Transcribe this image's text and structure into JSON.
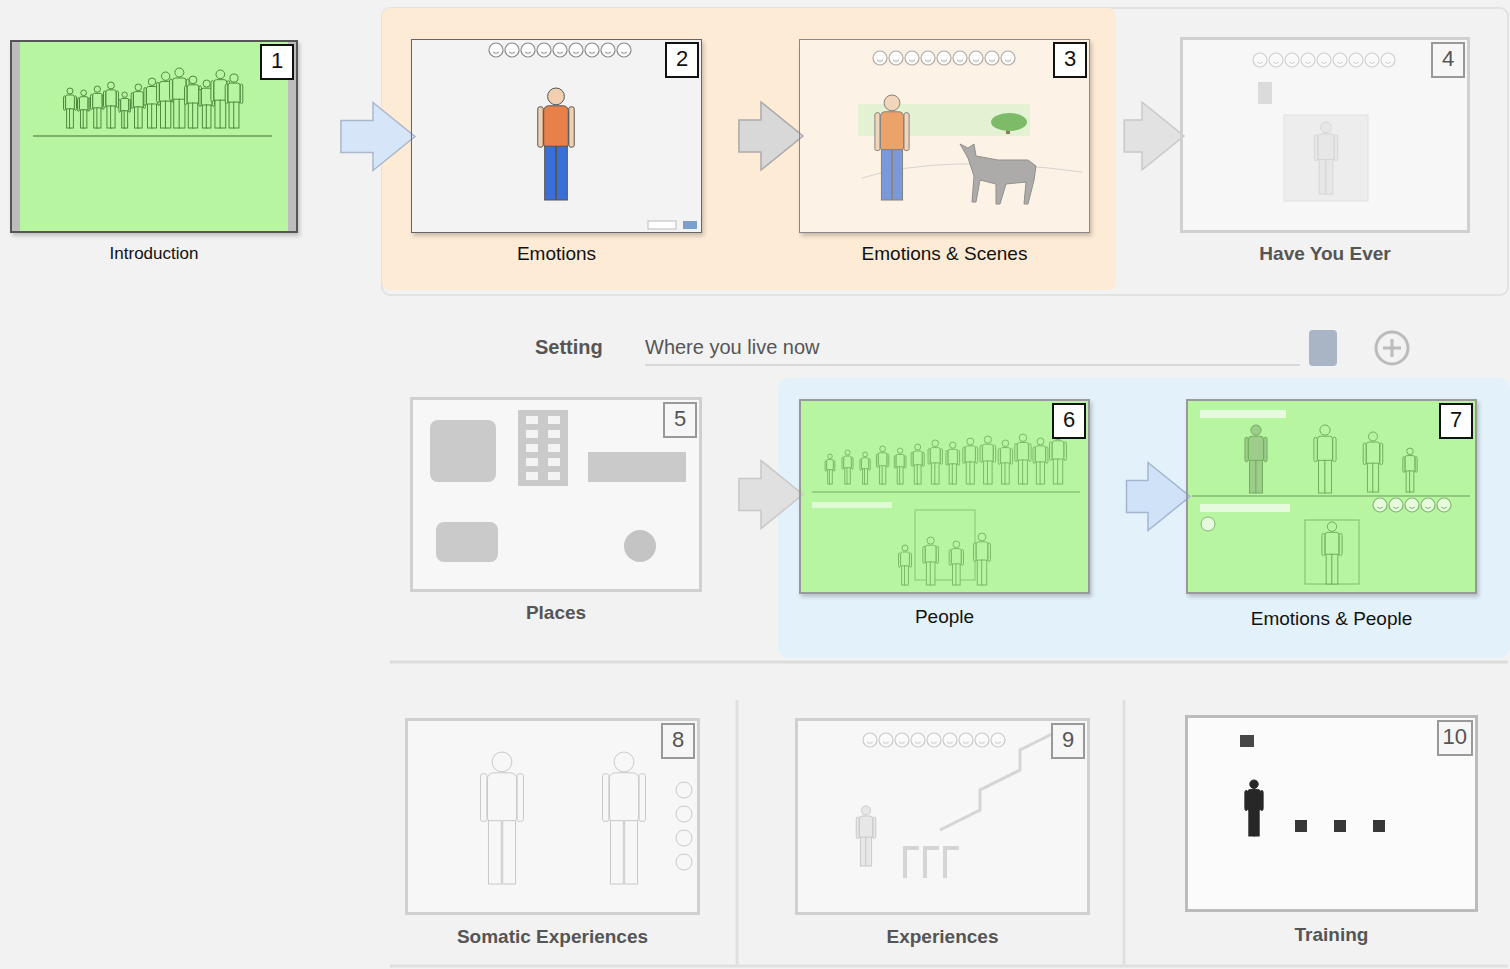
{
  "diagram": {
    "nodes": [
      {
        "text": [
          "1",
          "Introduction"
        ]
      },
      {
        "text": [
          "2",
          "Emotions"
        ]
      },
      {
        "text": [
          "3",
          "Emotions & Scenes"
        ]
      },
      {
        "text": [
          "4",
          "Have You Ever"
        ]
      },
      {
        "text": [
          "Setting",
          "Where you live now"
        ]
      },
      {
        "text": [
          "5",
          "Places"
        ],
        "in": 4
      },
      {
        "text": [
          "6",
          "People"
        ],
        "in": 4
      },
      {
        "text": [
          "7",
          "Emotions & People"
        ],
        "in": 4
      },
      {
        "text": [
          "8",
          "Somatic Experiences"
        ]
      },
      {
        "text": [
          "9",
          "Experiences"
        ]
      },
      {
        "text": [
          "10",
          "Training"
        ]
      }
    ],
    "edges": [
      {
        "from": 0,
        "to": 1,
        "arrow": "to"
      },
      {
        "from": 1,
        "to": 2,
        "arrow": "to"
      },
      {
        "from": 2,
        "to": 3,
        "arrow": "to"
      },
      {
        "from": 5,
        "to": 6,
        "arrow": "to"
      },
      {
        "from": 6,
        "to": 7,
        "arrow": "to"
      }
    ]
  }
}
